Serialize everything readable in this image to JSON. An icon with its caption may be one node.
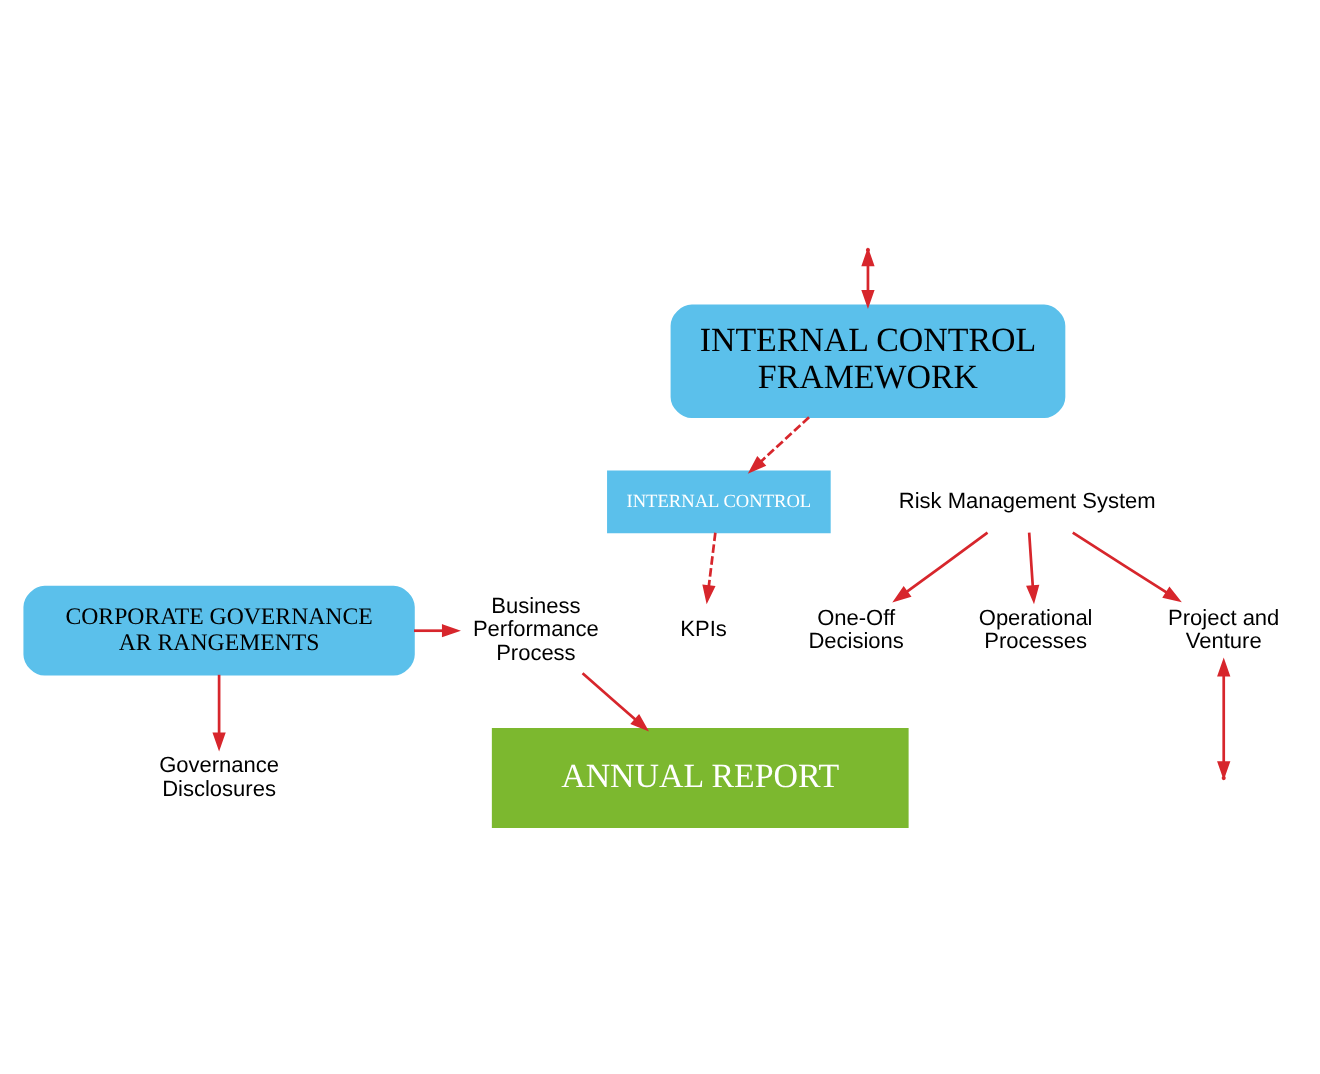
{
  "diagram": {
    "nodes": [
      {
        "text": [
          "CORPORATE GOVERNANCE AR RANGEMENTS"
        ]
      },
      {
        "text": [
          "Business Performance Process"
        ]
      },
      {
        "text": [
          "INTERNAL CONTROL FRAMEWORK"
        ]
      },
      {
        "text": [
          "INTERNAL CONTROL"
        ]
      },
      {
        "text": [
          "Risk Management System"
        ]
      },
      {
        "text": [
          "One-Off Decisions"
        ]
      },
      {
        "text": [
          "Operational Processes"
        ]
      },
      {
        "text": [
          "Project and Venture"
        ]
      },
      {
        "text": [
          "KPIs"
        ]
      },
      {
        "text": [
          "Governance Disclosures"
        ]
      },
      {
        "text": [
          "ANNUAL REPORT"
        ]
      }
    ],
    "edges": [
      {
        "from": 0,
        "to": 1,
        "arrow": "to"
      },
      {
        "from": 0,
        "to": 9,
        "arrow": "to"
      },
      {
        "from": null,
        "to": 2,
        "arrow": "both"
      },
      {
        "from": 2,
        "to": 3,
        "arrow": "to",
        "style": "dashed"
      },
      {
        "from": 3,
        "to": 8,
        "arrow": "to",
        "style": "dashed"
      },
      {
        "from": 4,
        "to": 5,
        "arrow": "to"
      },
      {
        "from": 4,
        "to": 6,
        "arrow": "to"
      },
      {
        "from": 4,
        "to": 7,
        "arrow": "to"
      },
      {
        "from": 7,
        "to": null,
        "arrow": "both"
      },
      {
        "from": 1,
        "to": 10,
        "arrow": "to"
      }
    ]
  }
}
